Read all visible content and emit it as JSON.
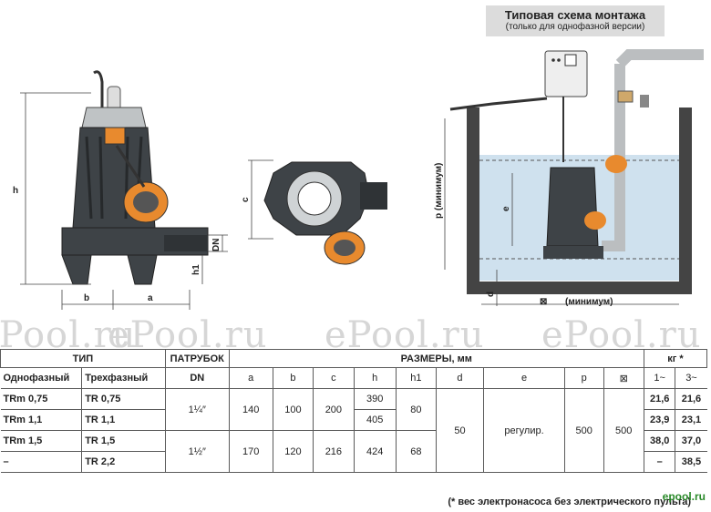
{
  "diagram": {
    "title": "Типовая схема монтажа",
    "subtitle": "(только для однофазной версии)",
    "labels": {
      "h": "h",
      "a": "a",
      "b": "b",
      "dn": "DN",
      "h1": "h1",
      "c": "c",
      "p": "p (минимум)",
      "e": "e",
      "d": "d",
      "width_min": "(минимум)"
    }
  },
  "watermark": "ePool.ru",
  "table": {
    "header_top": {
      "type": "ТИП",
      "outlet": "ПАТРУБОК",
      "dimensions": "РАЗМЕРЫ, мм",
      "weight": "кг *"
    },
    "header_sub": {
      "single_phase": "Однофазный",
      "three_phase": "Трехфазный",
      "dn": "DN",
      "a": "a",
      "b": "b",
      "c": "c",
      "h": "h",
      "h1": "h1",
      "d": "d",
      "e": "e",
      "p": "p",
      "diag": "⊠",
      "w1": "1~",
      "w3": "3~"
    },
    "rows": [
      {
        "single": "TRm 0,75",
        "three": "TR 0,75",
        "h": "390",
        "w1": "21,6",
        "w3": "21,6"
      },
      {
        "single": "TRm 1,1",
        "three": "TR 1,1",
        "h": "405",
        "w1": "23,9",
        "w3": "23,1"
      },
      {
        "single": "TRm 1,5",
        "three": "TR 1,5",
        "h": "424",
        "w1": "38,0",
        "w3": "37,0"
      },
      {
        "single": "–",
        "three": "TR 2,2",
        "h": "",
        "w1": "–",
        "w3": "38,5"
      }
    ],
    "group1": {
      "dn": "1¼″",
      "a": "140",
      "b": "100",
      "c": "200",
      "h1": "80"
    },
    "group2": {
      "dn": "1½″",
      "a": "170",
      "b": "120",
      "c": "216",
      "h1": "68"
    },
    "shared": {
      "d": "50",
      "e": "регулир.",
      "p": "500",
      "diag": "500"
    }
  },
  "footnote": "(* вес  электронасоса без электрического пульта)",
  "brand": "epool.ru"
}
